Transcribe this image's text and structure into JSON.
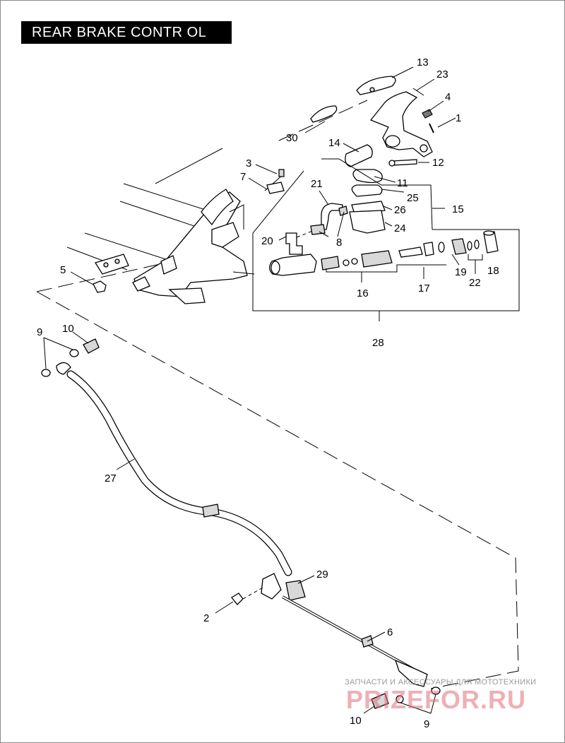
{
  "title": "REAR BRAKE CONTR OL",
  "callouts": [
    {
      "id": "c13",
      "label": "13"
    },
    {
      "id": "c23",
      "label": "23"
    },
    {
      "id": "c4",
      "label": "4"
    },
    {
      "id": "c1",
      "label": "1"
    },
    {
      "id": "c30",
      "label": "30"
    },
    {
      "id": "c14",
      "label": "14"
    },
    {
      "id": "c12",
      "label": "12"
    },
    {
      "id": "c3",
      "label": "3"
    },
    {
      "id": "c7",
      "label": "7"
    },
    {
      "id": "c21",
      "label": "21"
    },
    {
      "id": "c11",
      "label": "11"
    },
    {
      "id": "c25",
      "label": "25"
    },
    {
      "id": "c15",
      "label": "15"
    },
    {
      "id": "c26",
      "label": "26"
    },
    {
      "id": "c24",
      "label": "24"
    },
    {
      "id": "c20",
      "label": "20"
    },
    {
      "id": "c8",
      "label": "8"
    },
    {
      "id": "c5",
      "label": "5"
    },
    {
      "id": "c19",
      "label": "19"
    },
    {
      "id": "c18",
      "label": "18"
    },
    {
      "id": "c22",
      "label": "22"
    },
    {
      "id": "c16",
      "label": "16"
    },
    {
      "id": "c17",
      "label": "17"
    },
    {
      "id": "c28",
      "label": "28"
    },
    {
      "id": "c9a",
      "label": "9"
    },
    {
      "id": "c10a",
      "label": "10"
    },
    {
      "id": "c27",
      "label": "27"
    },
    {
      "id": "c29",
      "label": "29"
    },
    {
      "id": "c2",
      "label": "2"
    },
    {
      "id": "c6",
      "label": "6"
    },
    {
      "id": "c10b",
      "label": "10"
    },
    {
      "id": "c9b",
      "label": "9"
    }
  ],
  "watermark": {
    "line1": "ЗАПЧАСТИ И АКСЕССУАРЫ ДЛЯ МОТОТЕХНИКИ",
    "line2": "PRIZEFOR.RU"
  }
}
